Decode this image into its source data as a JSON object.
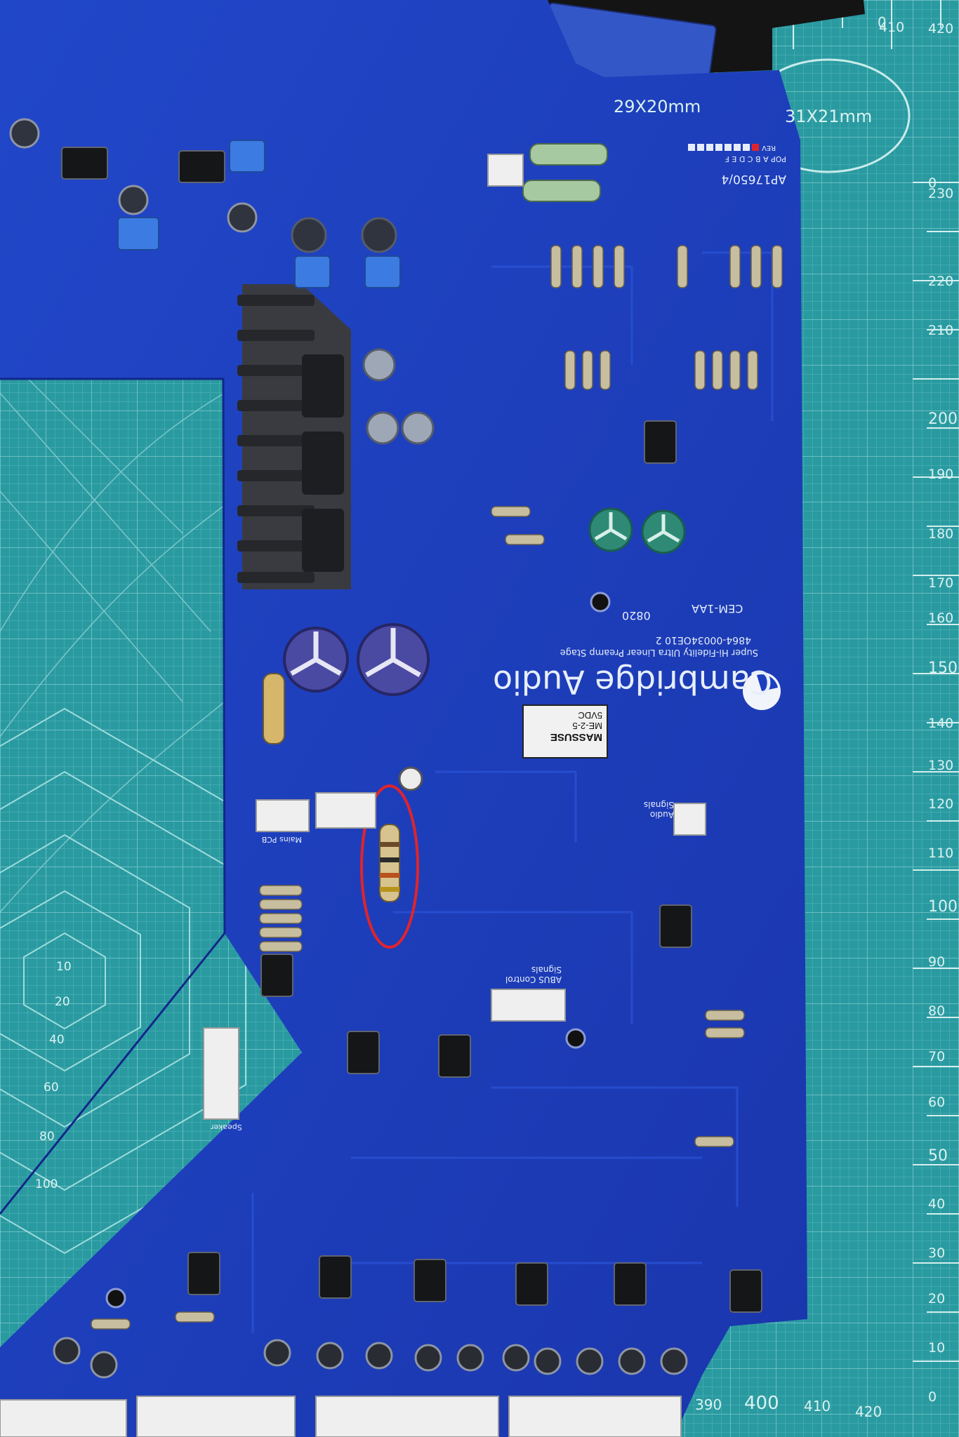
{
  "photo": {
    "subject": "",
    "highlight": {
      "shape": "ellipse",
      "color": "#e0242c"
    },
    "colors": {
      "mat": "#2a9aa1",
      "pcb": "#1d3ebf",
      "heatsink": "#3b3c40"
    }
  },
  "mat": {
    "top_ruler": [
      "410",
      "420"
    ],
    "top_partial": "0",
    "right_ruler": [
      "0",
      "230",
      "220",
      "210",
      "200",
      "190",
      "180",
      "170",
      "160",
      "150",
      "140",
      "130",
      "120",
      "110",
      "100",
      "90",
      "80",
      "70",
      "60",
      "50",
      "40",
      "30",
      "20",
      "10",
      "0"
    ],
    "bottom_ruler": [
      "390",
      "400",
      "410",
      "420"
    ],
    "circle_left": "29X20mm",
    "circle_right": "31X21mm",
    "hex_labels": [
      "10",
      "20",
      "40",
      "60",
      "80",
      "100"
    ]
  },
  "board": {
    "brand": "Cambridge Audio",
    "subtitle": "Super Hi-Fidelity Ultra Linear Preamp Stage",
    "part_number": "4864-00034OE10 2",
    "revision_code": "AP17650/4",
    "rev_letters": "POP A B C D E F",
    "rev_label": "REV",
    "cert_mark": "CEM-1AA",
    "cert_code": "0820",
    "relay_brand": "MASSUSE",
    "relay_model": "ME-2-5",
    "relay_volts": "5VDC",
    "connector_audio": "Audio Signals",
    "connector_control": "ABUS Control Signals",
    "connector_speaker": "Speaker",
    "connector_mains": "Mains PCB"
  }
}
